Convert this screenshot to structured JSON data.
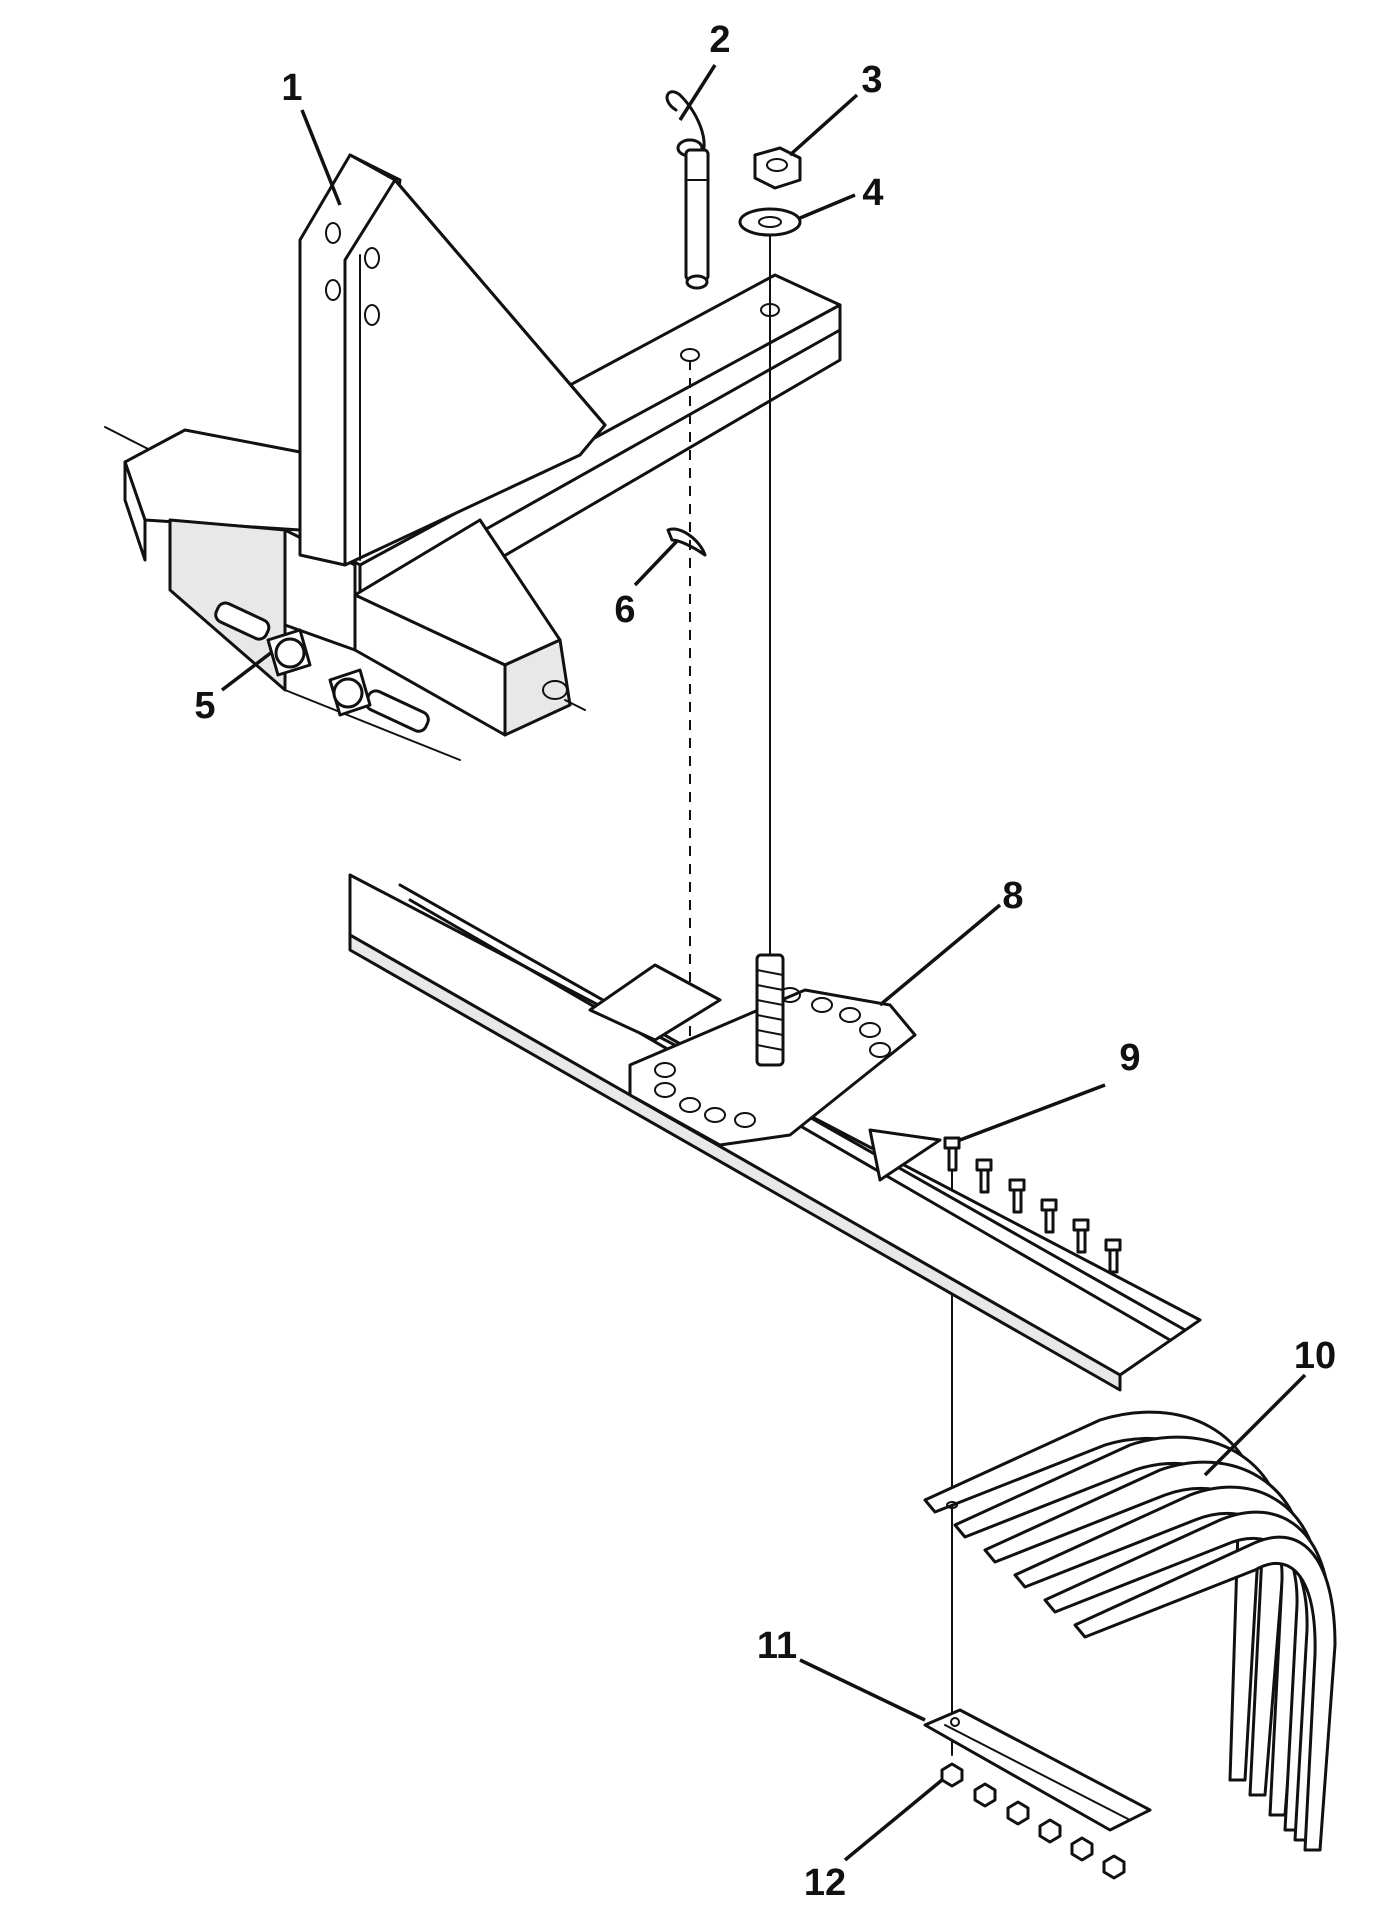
{
  "callouts": [
    {
      "id": "1",
      "label": "1"
    },
    {
      "id": "2",
      "label": "2"
    },
    {
      "id": "3",
      "label": "3"
    },
    {
      "id": "4",
      "label": "4"
    },
    {
      "id": "5",
      "label": "5"
    },
    {
      "id": "6",
      "label": "6"
    },
    {
      "id": "8",
      "label": "8"
    },
    {
      "id": "9",
      "label": "9"
    },
    {
      "id": "10",
      "label": "10"
    },
    {
      "id": "11",
      "label": "11"
    },
    {
      "id": "12",
      "label": "12"
    }
  ]
}
